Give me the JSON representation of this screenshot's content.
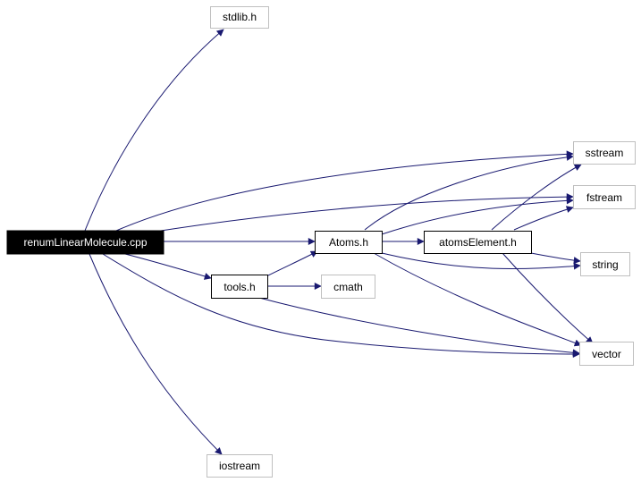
{
  "diagram": {
    "nodes": {
      "main": "renumLinearMolecule.cpp",
      "stdlib": "stdlib.h",
      "sstream": "sstream",
      "fstream": "fstream",
      "atoms": "Atoms.h",
      "atomsElement": "atomsElement.h",
      "string": "string",
      "tools": "tools.h",
      "cmath": "cmath",
      "vector": "vector",
      "iostream": "iostream"
    },
    "colors": {
      "edge": "#191970",
      "main_fill": "#000000",
      "main_text": "#ffffff",
      "local_border": "#000000",
      "system_border": "#bfbfbf",
      "text": "#000000"
    }
  }
}
